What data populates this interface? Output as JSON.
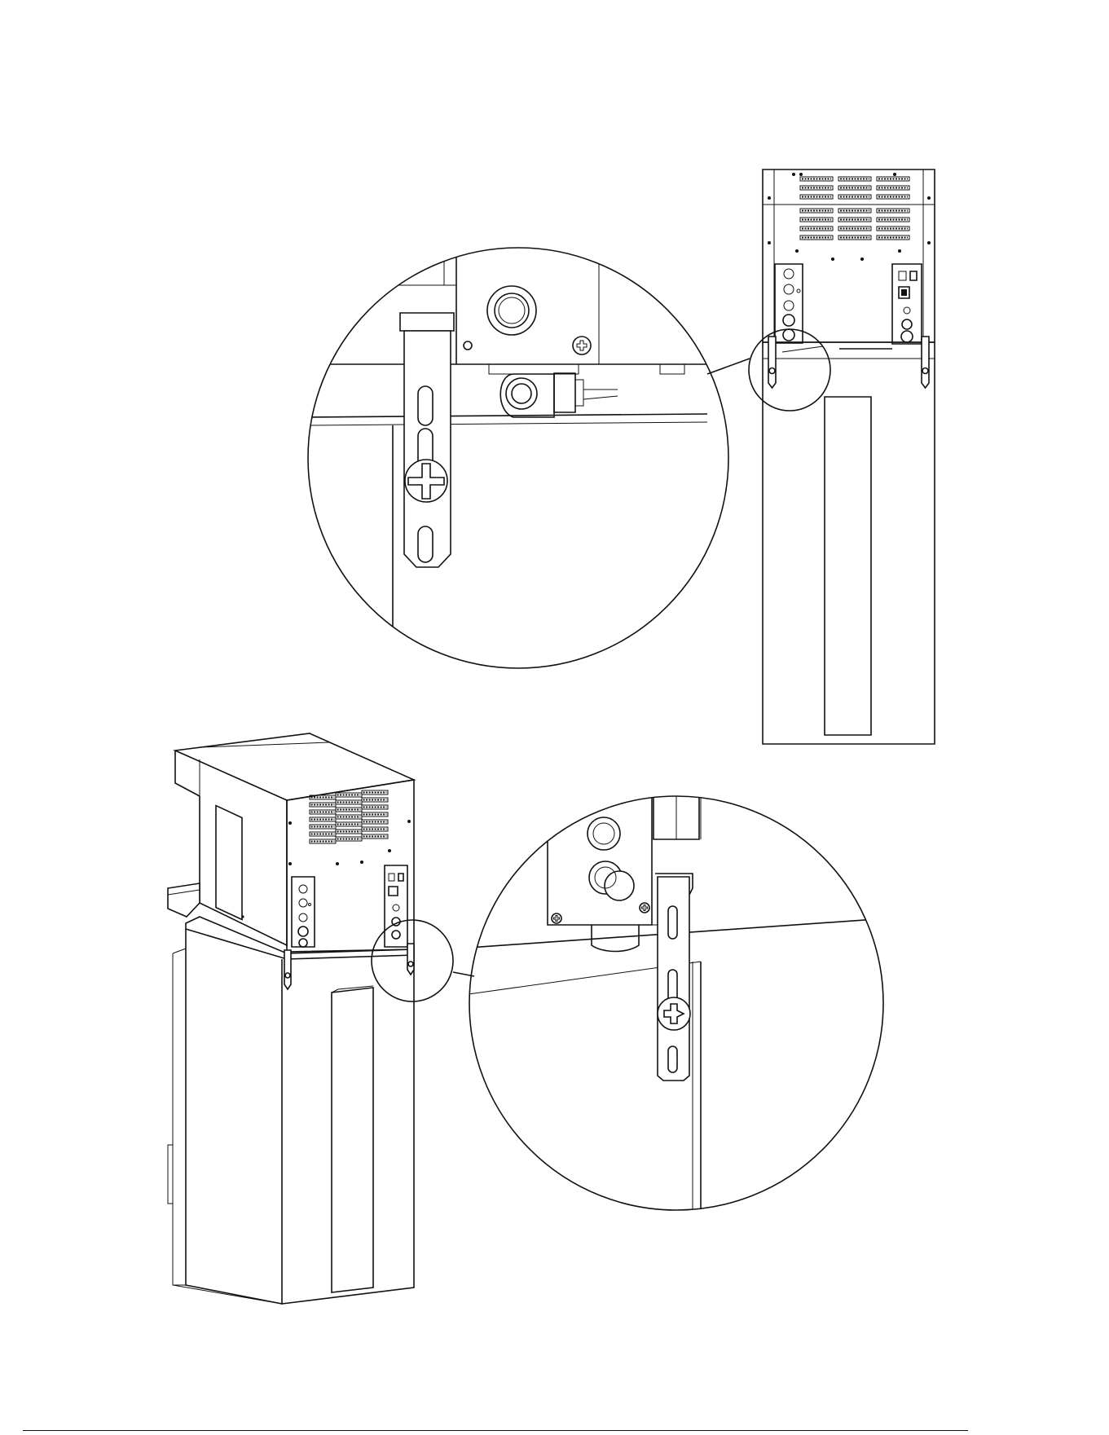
{
  "figure": {
    "line_color": "#111111",
    "background": "#ffffff",
    "views": [
      {
        "name": "rear-view-ice-machine-on-bin",
        "icon": "ice-machine-rear"
      },
      {
        "name": "detail-bracket-screw-top",
        "icon": "magnifier-detail-circle"
      },
      {
        "name": "perspective-view-ice-machine-on-bin",
        "icon": "ice-machine-isometric"
      },
      {
        "name": "detail-bracket-screw-bottom",
        "icon": "magnifier-detail-circle"
      }
    ]
  }
}
